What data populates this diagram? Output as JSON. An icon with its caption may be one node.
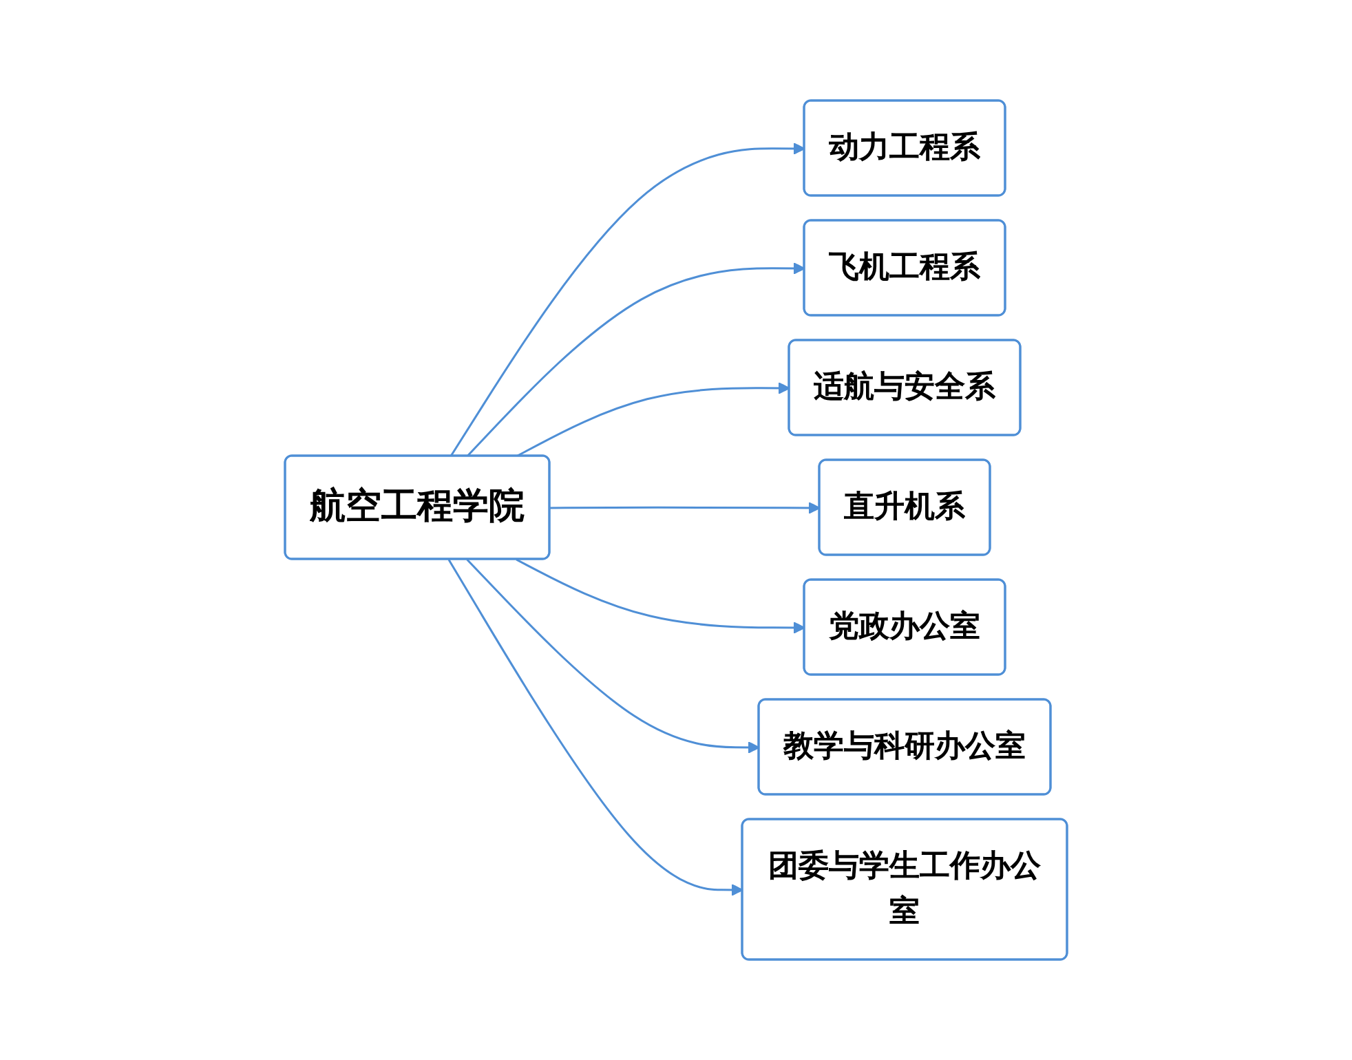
{
  "diagram": {
    "nodes": [
      {
        "text": [
          "航空工程学院"
        ]
      },
      {
        "text": [
          "动力工程系"
        ]
      },
      {
        "text": [
          "飞机工程系"
        ]
      },
      {
        "text": [
          "适航与安全系"
        ]
      },
      {
        "text": [
          "直升机系"
        ]
      },
      {
        "text": [
          "党政办公室"
        ]
      },
      {
        "text": [
          "教学与科研办公室"
        ]
      },
      {
        "text": [
          "团委与学生工作办公室"
        ]
      }
    ],
    "edges": [
      {
        "from": 0,
        "to": 1,
        "arrow": "to"
      },
      {
        "from": 0,
        "to": 2,
        "arrow": "to"
      },
      {
        "from": 0,
        "to": 3,
        "arrow": "to"
      },
      {
        "from": 0,
        "to": 4,
        "arrow": "to"
      },
      {
        "from": 0,
        "to": 5,
        "arrow": "to"
      },
      {
        "from": 0,
        "to": 6,
        "arrow": "to"
      },
      {
        "from": 0,
        "to": 7,
        "arrow": "to"
      }
    ]
  }
}
